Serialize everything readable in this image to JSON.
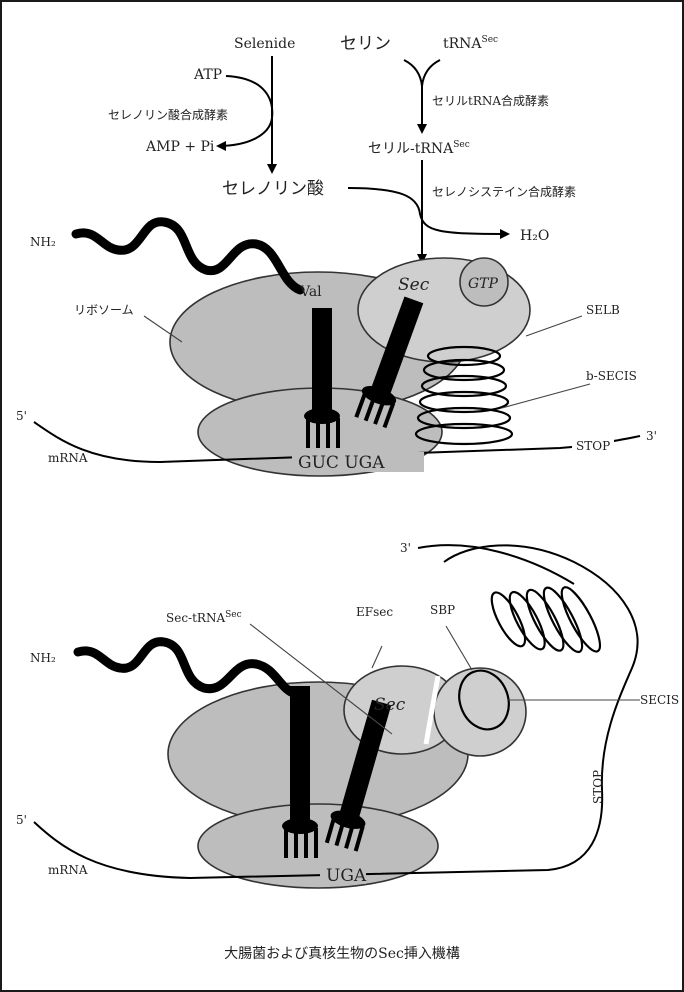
{
  "pathway": {
    "selenide": "Selenide",
    "atp": "ATP",
    "selenophosphate_synthetase": "セレノリン酸合成酵素",
    "amp_pi": "AMP + Pi",
    "selenophosphate": "セレノリン酸",
    "serine": "セリン",
    "trna_sec": "tRNA",
    "trna_sec_sup": "Sec",
    "seryl_trna_synthetase": "セリルtRNA合成酵素",
    "seryl_trna": "セリル-tRNA",
    "seryl_trna_sup": "Sec",
    "selenocysteine_synthase": "セレノシステイン合成酵素",
    "h2o": "H₂O"
  },
  "top_panel": {
    "nh2": "NH₂",
    "ribosome": "リボソーム",
    "val": "Val",
    "sec": "Sec",
    "gtp": "GTP",
    "selb": "SELB",
    "b_secis": "b-SECIS",
    "five_prime": "5'",
    "three_prime": "3'",
    "mrna": "mRNA",
    "codons": "GUC UGA",
    "stop": "STOP"
  },
  "bottom_panel": {
    "nh2": "NH₂",
    "sec_trna": "Sec-tRNA",
    "sec_trna_sup": "Sec",
    "efsec": "EFsec",
    "sbp": "SBP",
    "sec": "Sec",
    "secis": "SECIS",
    "three_prime": "3'",
    "five_prime": "5'",
    "mrna": "mRNA",
    "codon": "UGA",
    "stop": "STOP"
  },
  "caption": "大腸菌および真核生物のSec挿入機構"
}
